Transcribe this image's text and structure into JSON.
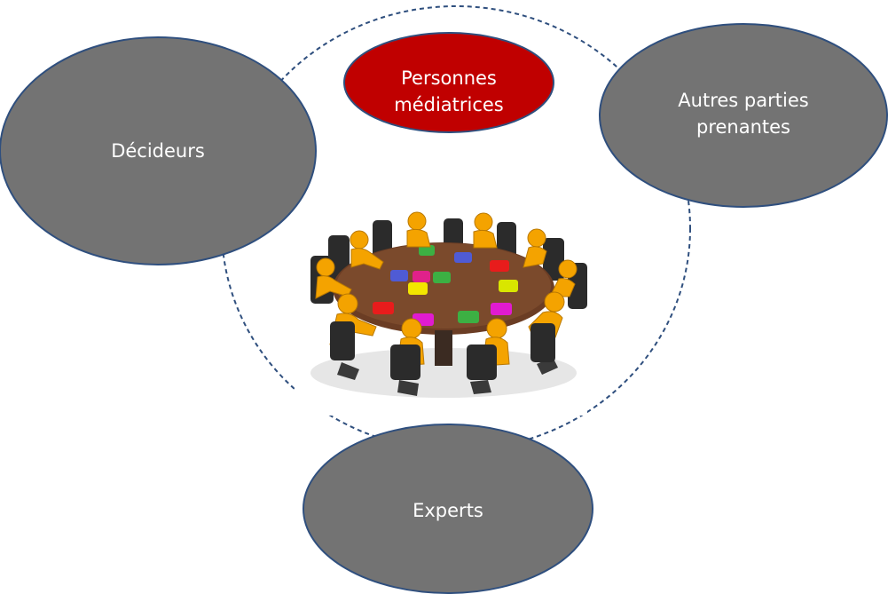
{
  "nodes": {
    "decideurs": {
      "label": "Décideurs"
    },
    "mediatrices": {
      "label": "Personnes\nmédiatrices"
    },
    "parties_prenantes": {
      "label": "Autres parties\nprenantes"
    },
    "experts": {
      "label": "Experts"
    }
  },
  "illustration": {
    "name": "round-table-puzzle-meeting"
  },
  "colors": {
    "ellipse_fill": "#737373",
    "ellipse_stroke": "#2f4f7e",
    "mediator_fill": "#c00000",
    "dashed_circle": "#2f4f7e",
    "label_text": "#ffffff"
  }
}
